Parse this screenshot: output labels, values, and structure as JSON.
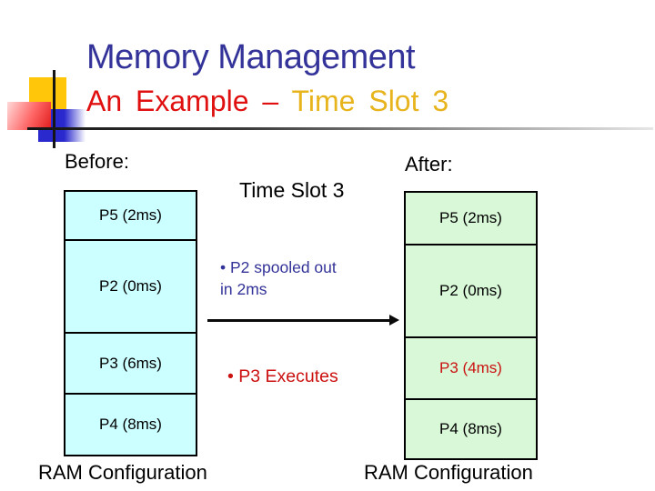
{
  "slide": {
    "title": "Memory Management",
    "subtitle": {
      "red": "An Example – ",
      "gold": "Time Slot 3"
    }
  },
  "center": {
    "heading": "Time Slot 3",
    "bullet_spool": "• P2 spooled out\nin 2ms",
    "bullet_execute": "• P3 Executes",
    "arrow_icon": "right-arrow"
  },
  "before": {
    "label": "Before:",
    "caption": "RAM Configuration",
    "segments": [
      {
        "label": "P5 (2ms)",
        "highlight": false
      },
      {
        "label": "P2 (0ms)",
        "highlight": false
      },
      {
        "label": "P3 (6ms)",
        "highlight": false
      },
      {
        "label": "P4 (8ms)",
        "highlight": false
      }
    ]
  },
  "after": {
    "label": "After:",
    "caption": "RAM Configuration",
    "segments": [
      {
        "label": "P5 (2ms)",
        "highlight": false
      },
      {
        "label": "P2 (0ms)",
        "highlight": false
      },
      {
        "label": "P3 (4ms)",
        "highlight": true
      },
      {
        "label": "P4 (8ms)",
        "highlight": false
      }
    ]
  },
  "colors": {
    "title_blue": "#333399",
    "subtitle_red": "#e01010",
    "subtitle_gold": "#e8b41e",
    "bullet_blue": "#333399",
    "highlight_red": "#cc1111",
    "before_fill": "#ccffff",
    "after_fill": "#d8f8d8",
    "decoration_yellow": "#ffc60a",
    "decoration_blue": "#2929ce",
    "decoration_red": "#e01c1c"
  }
}
